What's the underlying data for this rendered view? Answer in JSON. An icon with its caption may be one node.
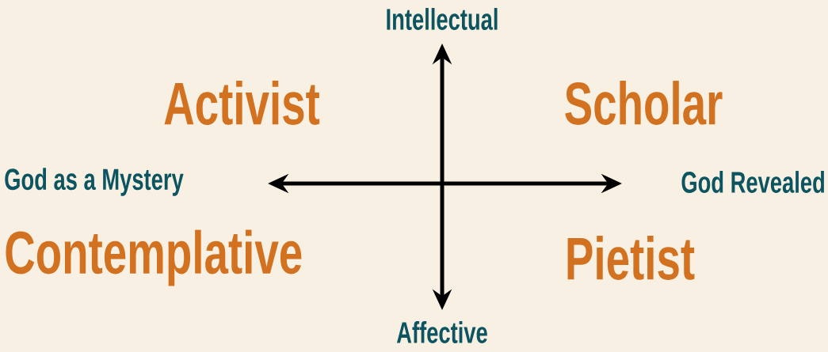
{
  "diagram": {
    "labels": [
      "Intellectual",
      "Activist",
      "Scholar",
      "God as a Mystery",
      "God Revealed",
      "Contemplative",
      "Pietist",
      "Affective"
    ]
  }
}
